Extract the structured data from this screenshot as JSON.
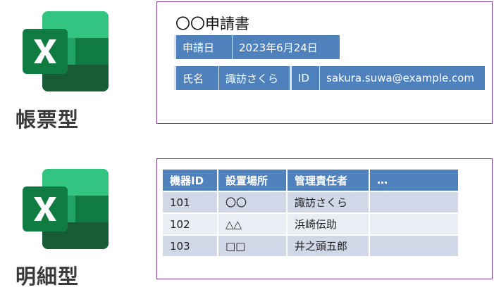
{
  "icons": {
    "top": "excel-icon",
    "bottom": "excel-icon"
  },
  "sections": {
    "form": {
      "caption": "帳票型"
    },
    "list": {
      "caption": "明細型"
    }
  },
  "form": {
    "title": "〇〇申請書",
    "date_label": "申請日",
    "date_value": "2023年6月24日",
    "name_label": "氏名",
    "name_value": "諏訪さくら",
    "id_label": "ID",
    "id_value": "sakura.suwa@example.com"
  },
  "table": {
    "headers": [
      "機器ID",
      "設置場所",
      "管理責任者",
      "…"
    ],
    "rows": [
      [
        "101",
        "〇〇",
        "諏訪さくら",
        ""
      ],
      [
        "102",
        "△△",
        "浜崎伝助",
        ""
      ],
      [
        "103",
        "□□",
        "井之頭五郎",
        ""
      ]
    ]
  },
  "colors": {
    "accent": "#4f81bd",
    "frame": "#7a3c8c",
    "excel_green": "#1d6f42"
  }
}
